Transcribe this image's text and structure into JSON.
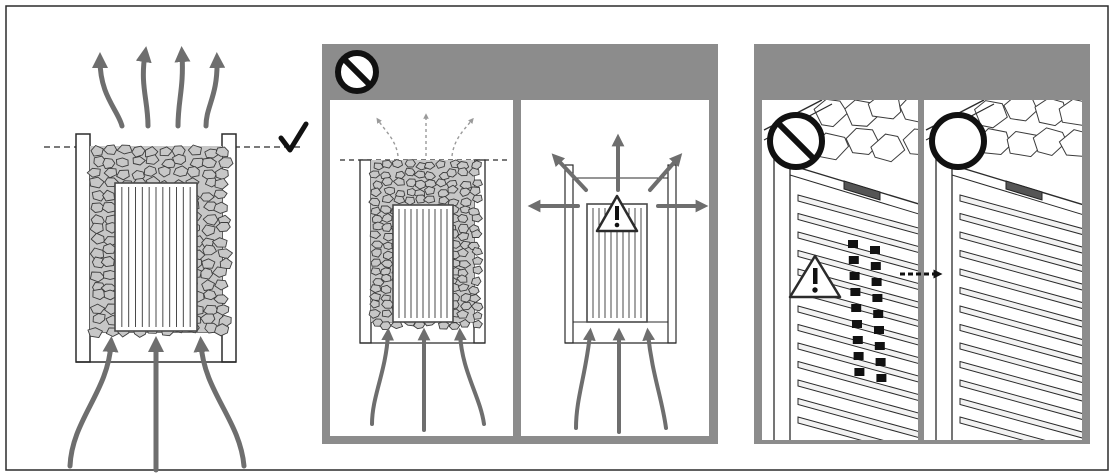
{
  "diagram": {
    "panels": [
      {
        "id": "correct-stone-fill",
        "status": "ok",
        "symbol": "check-mark-icon"
      },
      {
        "id": "prohibited-group",
        "status": "prohibited",
        "symbol": "prohibited-icon",
        "subpanels": [
          {
            "id": "overfilled-stones",
            "symbol": "none"
          },
          {
            "id": "empty-heater",
            "symbol": "warning-icon"
          }
        ]
      },
      {
        "id": "mesh-comparison-group",
        "status": "neutral",
        "subpanels": [
          {
            "id": "stones-through-mesh",
            "symbol": "prohibited-icon",
            "inner_symbol": "warning-icon"
          },
          {
            "id": "stones-behind-mesh",
            "symbol": "allowed-circle-icon"
          }
        ]
      }
    ],
    "colors": {
      "frame": "#2b2b2b",
      "band": "#8c8c8c",
      "arrow": "#6e6e6e",
      "stone_fill": "#c7c7c7",
      "stone_line": "#3c3c3c",
      "heater_line": "#4a4a4a"
    }
  }
}
